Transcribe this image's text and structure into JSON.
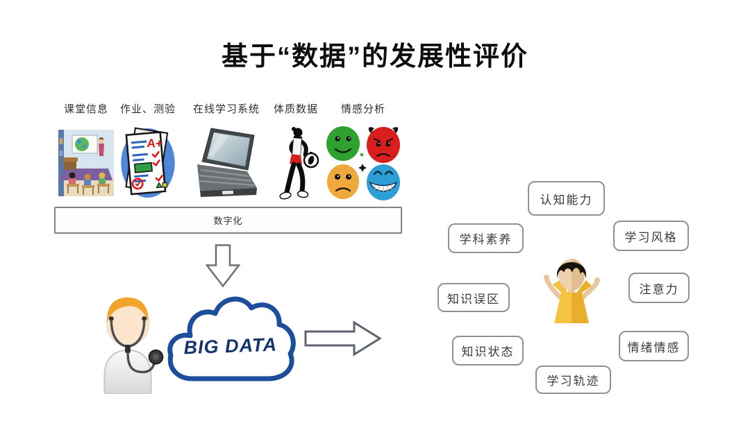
{
  "title": "基于“数据”的发展性评价",
  "data_sources": {
    "items": [
      {
        "label": "课堂信息",
        "icon": "classroom-icon"
      },
      {
        "label": "作业、测验",
        "icon": "test-papers-icon"
      },
      {
        "label": "在线学习系统",
        "icon": "laptop-icon"
      },
      {
        "label": "体质数据",
        "icon": "runner-icon"
      },
      {
        "label": "情感分析",
        "icon": "emotion-faces-icon"
      }
    ],
    "digitization_bar_label": "数字化"
  },
  "big_data": {
    "cloud_label": "BIG DATA",
    "analyst_icon": "doctor-analyst-icon"
  },
  "student_attributes": [
    "认知能力",
    "学科素养",
    "学习风格",
    "知识误区",
    "注意力",
    "知识状态",
    "情绪情感",
    "学习轨迹"
  ],
  "colors": {
    "title_text": "#0e0e0e",
    "cloud_border": "#1c4e9c",
    "cloud_text": "#17336d",
    "attribute_box_border": "#8d9097",
    "digitization_bar_border": "#848484",
    "arrow_outline": "#5d646e",
    "child_shirt": "#f4c33f",
    "emotion_green": "#2fa12e",
    "emotion_red": "#d91f1e",
    "emotion_orange": "#efa83c",
    "emotion_blue": "#2e9ed6"
  }
}
